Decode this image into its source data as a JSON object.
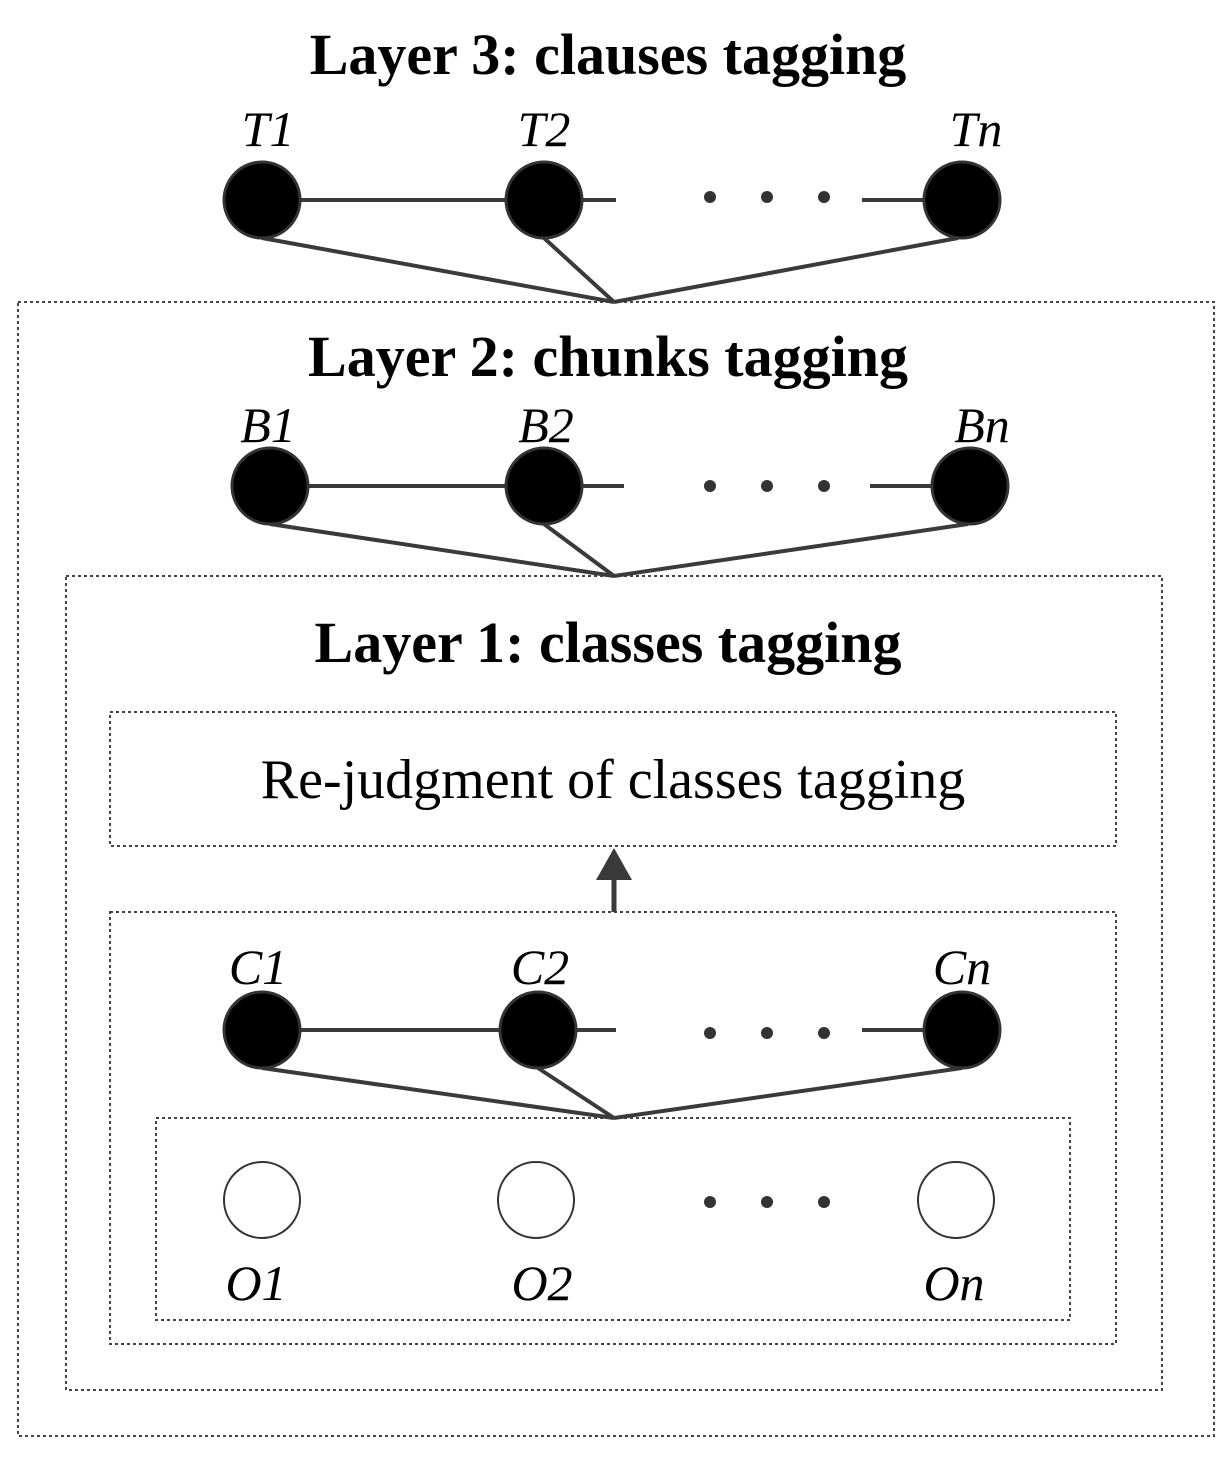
{
  "layer3": {
    "title": "Layer 3: clauses tagging",
    "nodes": [
      "T1",
      "T2",
      "Tn"
    ]
  },
  "layer2": {
    "title": "Layer 2: chunks tagging",
    "nodes": [
      "B1",
      "B2",
      "Bn"
    ]
  },
  "layer1": {
    "title": "Layer 1: classes tagging",
    "rejudgment_label": "Re-judgment of classes tagging",
    "class_nodes": [
      "C1",
      "C2",
      "Cn"
    ],
    "observation_nodes": [
      "O1",
      "O2",
      "On"
    ]
  },
  "colors": {
    "filled_node": "#000000",
    "open_node_stroke": "#333333",
    "line": "#3a3a3a"
  }
}
